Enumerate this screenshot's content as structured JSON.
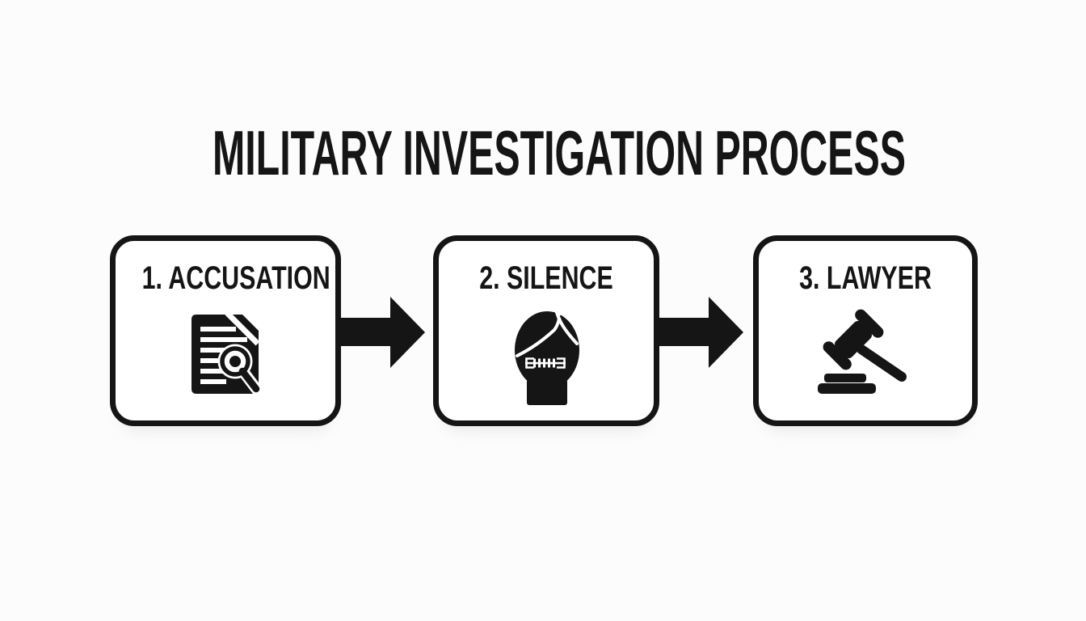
{
  "title": "MILITARY INVESTIGATION PROCESS",
  "colors": {
    "ink": "#151515",
    "background": "#fcfcfc",
    "box_fill": "#ffffff"
  },
  "steps": [
    {
      "label": "1. ACCUSATION",
      "icon": "document-magnifier-icon"
    },
    {
      "label": "2. SILENCE",
      "icon": "zipped-mouth-face-icon"
    },
    {
      "label": "3. LAWYER",
      "icon": "gavel-icon"
    }
  ],
  "connectors": [
    {
      "type": "arrow-right"
    },
    {
      "type": "arrow-right"
    }
  ]
}
